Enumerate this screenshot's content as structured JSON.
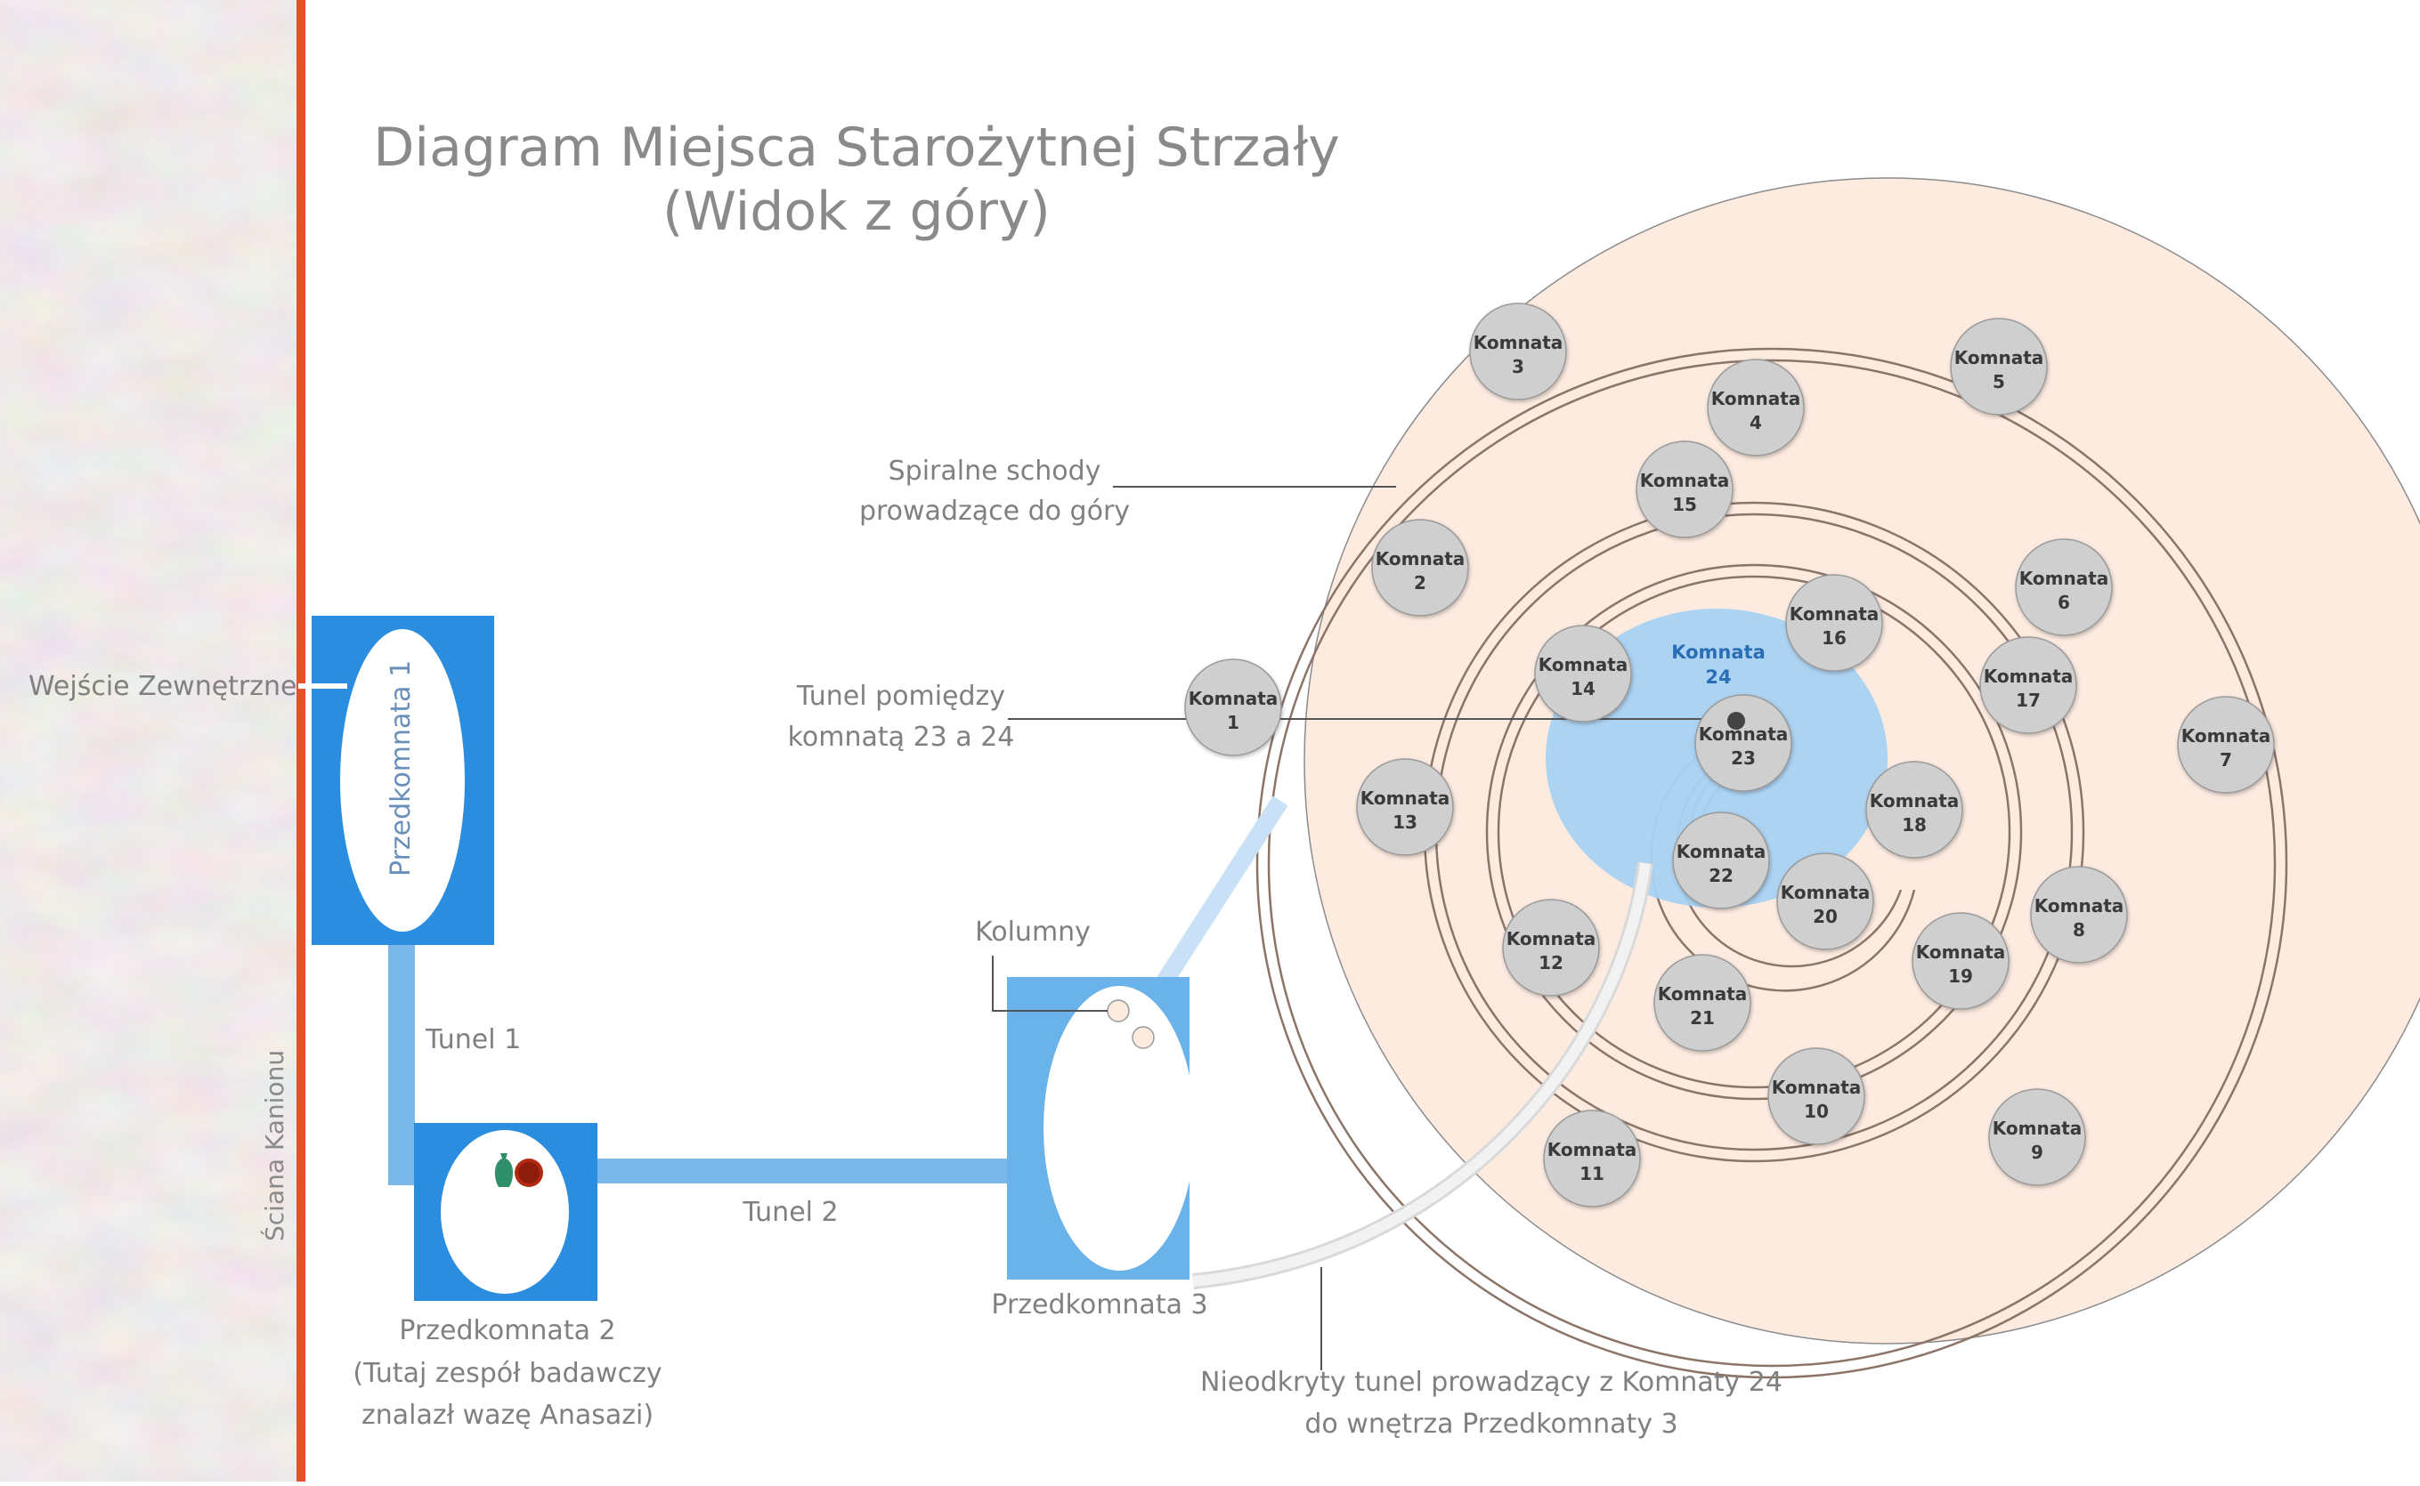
{
  "title": {
    "line1": "Diagram Miejsca Starożytnej Strzały",
    "line2": "(Widok z góry)"
  },
  "labels": {
    "canyon_wall": "Ściana Kanionu",
    "outer_entrance": "Wejście Zewnętrzne",
    "antechamber1": "Przedkomnata 1",
    "tunnel1": "Tunel 1",
    "tunnel2": "Tunel 2",
    "antechamber2_l1": "Przedkomnata 2",
    "antechamber2_l2": "(Tutaj zespół badawczy",
    "antechamber2_l3": "znalazł wazę Anasazi)",
    "antechamber3": "Przedkomnata 3",
    "columns": "Kolumny",
    "spiral_stairs_l1": "Spiralne schody",
    "spiral_stairs_l2": "prowadzące do góry",
    "tunnel_23_24_l1": "Tunel pomiędzy",
    "tunnel_23_24_l2": "komnatą 23 a 24",
    "hidden_tunnel_l1": "Nieodkryty tunel prowadzący z Komnaty 24",
    "hidden_tunnel_l2": "do wnętrza Przedkomnaty 3"
  },
  "rooms": [
    {
      "word": "Komnata",
      "num": "1"
    },
    {
      "word": "Komnata",
      "num": "2"
    },
    {
      "word": "Komnata",
      "num": "3"
    },
    {
      "word": "Komnata",
      "num": "4"
    },
    {
      "word": "Komnata",
      "num": "5"
    },
    {
      "word": "Komnata",
      "num": "6"
    },
    {
      "word": "Komnata",
      "num": "7"
    },
    {
      "word": "Komnata",
      "num": "8"
    },
    {
      "word": "Komnata",
      "num": "9"
    },
    {
      "word": "Komnata",
      "num": "10"
    },
    {
      "word": "Komnata",
      "num": "11"
    },
    {
      "word": "Komnata",
      "num": "12"
    },
    {
      "word": "Komnata",
      "num": "13"
    },
    {
      "word": "Komnata",
      "num": "14"
    },
    {
      "word": "Komnata",
      "num": "15"
    },
    {
      "word": "Komnata",
      "num": "16"
    },
    {
      "word": "Komnata",
      "num": "17"
    },
    {
      "word": "Komnata",
      "num": "18"
    },
    {
      "word": "Komnata",
      "num": "19"
    },
    {
      "word": "Komnata",
      "num": "20"
    },
    {
      "word": "Komnata",
      "num": "21"
    },
    {
      "word": "Komnata",
      "num": "22"
    },
    {
      "word": "Komnata",
      "num": "23"
    }
  ],
  "room24": {
    "word": "Komnata",
    "num": "24"
  },
  "colors": {
    "canyon_wall_line": "#e8502a",
    "antechamber_blue": "#2b8de0",
    "antechamber3_blue": "#6ab2ea",
    "tunnel_blue": "#7ab8ea",
    "outer_circle_fill": "#fdebe0",
    "room24_fill": "#a9d2f3",
    "room_fill": "#cfcfcf",
    "spiral_wall": "#8c7468",
    "vase_green": "#2e8f6a",
    "vase_red": "#b22a12"
  }
}
